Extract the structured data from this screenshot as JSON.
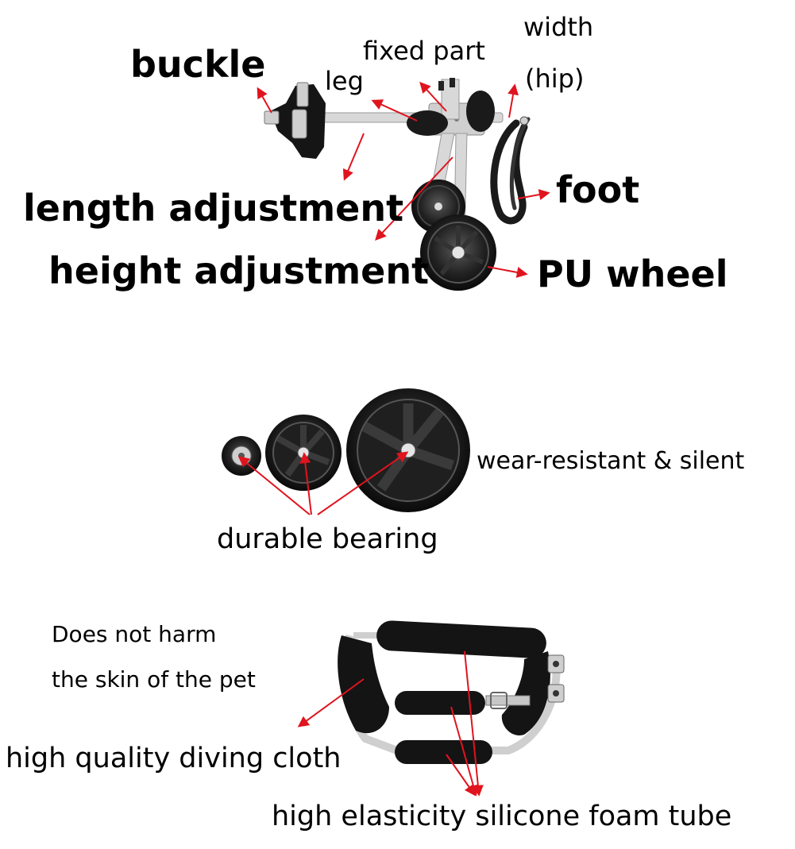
{
  "section1": {
    "labels": {
      "buckle": "buckle",
      "leg": "leg",
      "fixed_part": "fixed part",
      "width": "width",
      "hip": "(hip)",
      "foot": "foot",
      "length_adjustment": "length adjustment",
      "height_adjustment": "height adjustment",
      "pu_wheel": "PU wheel"
    }
  },
  "section2": {
    "labels": {
      "wear_resistant": "wear-resistant & silent",
      "durable_bearing": "durable bearing"
    }
  },
  "section3": {
    "labels": {
      "does_not_harm_1": "Does not harm",
      "does_not_harm_2": "the skin of the pet",
      "diving_cloth": "high quality diving cloth",
      "foam_tube": "high elasticity silicone foam tube"
    }
  },
  "colors": {
    "arrow": "#e0141e",
    "metal": "#d4d4d4",
    "dark": "#141414"
  }
}
